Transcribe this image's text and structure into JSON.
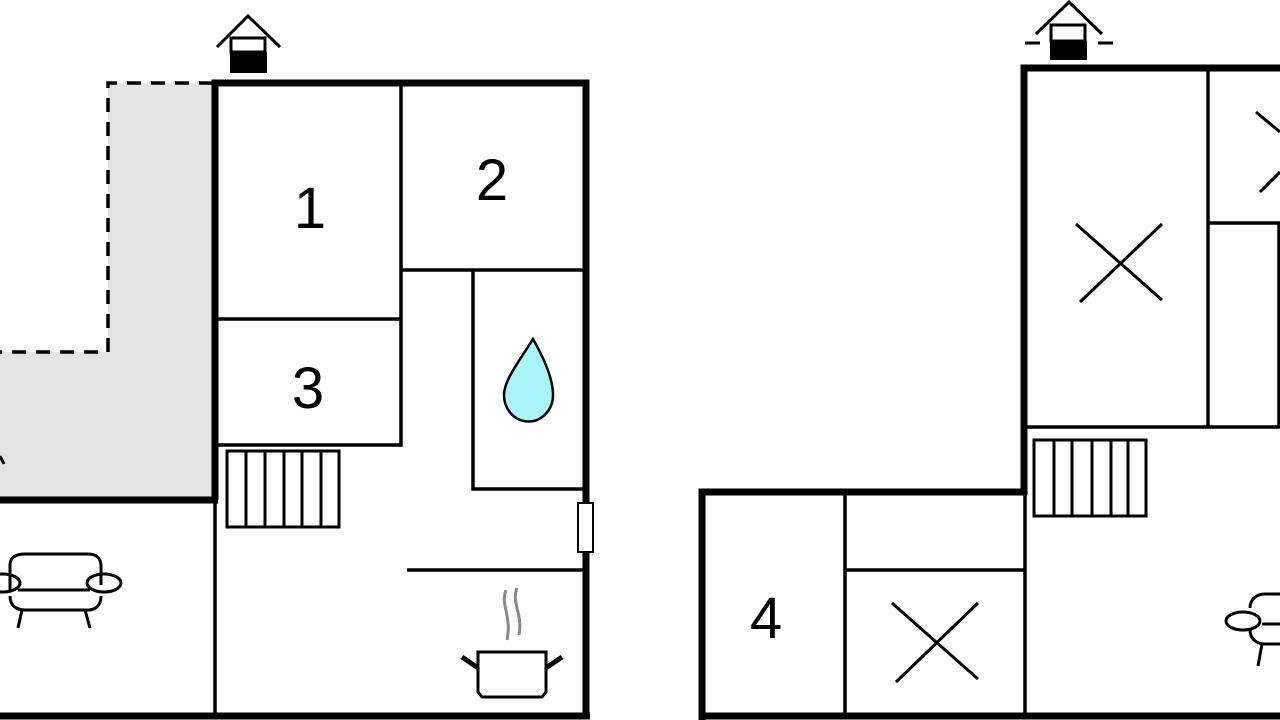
{
  "floor_plan": {
    "rooms": [
      {
        "label": "1"
      },
      {
        "label": "2"
      },
      {
        "label": "3"
      },
      {
        "label": "4"
      }
    ],
    "colors": {
      "wall": "#000000",
      "terrace": "#e4e4e4",
      "water_drop": "#aaf5f8",
      "steam": "#888888"
    },
    "icons": [
      "entrance-icon",
      "water-drop-icon",
      "stairs-icon",
      "sofa-icon",
      "cooking-pot-icon",
      "window-icon",
      "closet-x-icon"
    ]
  }
}
